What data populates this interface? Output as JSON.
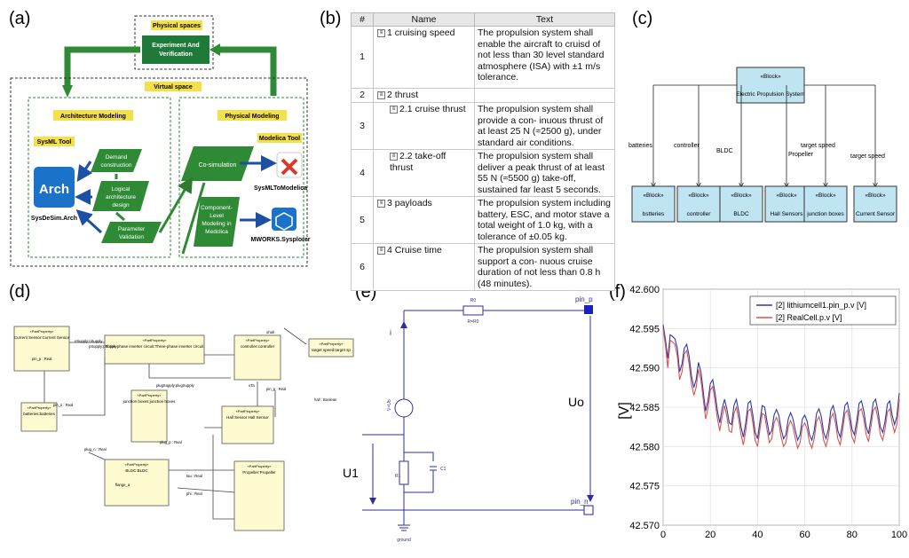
{
  "labels": {
    "a": "(a)",
    "b": "(b)",
    "c": "(c)",
    "d": "(d)",
    "e": "(e)",
    "f": "(f)"
  },
  "panel_a": {
    "physical_spaces": "Physical spaces",
    "experiment": [
      "Experiment And",
      "Verification"
    ],
    "virtual_space": "Virtual space",
    "architecture_modeling": "Architecture Modeling",
    "physical_modeling": "Physical Modeling",
    "sysml_tool": "SysML Tool",
    "modelica_tool": "Modelica Tool",
    "arch_logo": "Arch",
    "arch_name": "SysDeSim.Arch",
    "demand": [
      "Demand",
      "construction"
    ],
    "logical": [
      "Logical",
      "architecture",
      "design"
    ],
    "parameter": [
      "Parameter",
      "Validation"
    ],
    "cosim": "Co-simulation",
    "component": [
      "Component-",
      "Level",
      "Modeling in",
      "Medclica"
    ],
    "sysml_to_modelica": "SysMLToModelica",
    "mworks": "MWORKS.Sysplorer"
  },
  "panel_b": {
    "headers": [
      "#",
      "Name",
      "Text"
    ],
    "rows": [
      {
        "num": "1",
        "name": "1 cruising speed",
        "indent": 0,
        "text": "The propulsion system shall enable the aircraft to cruisd of not less than 30 level standard atmosphere (ISA) with ±1 m/s tolerance."
      },
      {
        "num": "2",
        "name": "2 thrust",
        "indent": 0,
        "text": ""
      },
      {
        "num": "3",
        "name": "2.1 cruise thrust",
        "indent": 1,
        "text": "The propulsion system shall provide a con- inuous thrust of at least 25 N (≈2500 g), under standard air conditions."
      },
      {
        "num": "4",
        "name": "2.2 take-off thrust",
        "indent": 1,
        "text": "The propulsion system shall deliver a peak thrust of at least 55 N (≈5500 g) take-off, sustained far least 5 seconds."
      },
      {
        "num": "5",
        "name": "3 payloads",
        "indent": 0,
        "text": "The propulsion system including battery, ESC, and motor stave a total weight of 1.0 kg, with a tolerance of ±0.05 kg."
      },
      {
        "num": "6",
        "name": "4 Cruise time",
        "indent": 0,
        "text": "The propulsion system shall support a con- nuous cruise duration of not less than 0.8 h (48 minutes)."
      }
    ]
  },
  "panel_c": {
    "stereotype": "«Block»",
    "top_block": "Electric Propulsion System",
    "children": [
      "bstteries",
      "controller",
      "BLDC",
      "Hall Sensors",
      "junction boxes",
      "Current Sensor"
    ],
    "roles": [
      "batteries",
      "controller",
      "BLDC",
      "Propeller",
      "target speed",
      "target speed"
    ]
  },
  "panel_d": {
    "stereotype": "«PartProperty»",
    "blocks": [
      "Current Sensor:Current Sensor",
      "Three-phase inverter circuit:Three-phase inverter circuit",
      "controller:controller",
      "target speed:target sp",
      "batteries:batteries",
      "junction boxes:junction boxes",
      "Hall Sensor:Hall Sensor",
      "BLDC:BLDC",
      "Propeller:Propeller"
    ],
    "ports": [
      "pin_p : Real",
      "pin_n : Real",
      "pin_p : Real",
      "nSupply:nSupply",
      "pSupply:pSupply",
      "plugSupply:plugSupply",
      "plug_p : Real",
      "plug_n : Real",
      "flange_a",
      "tau : Real",
      "phi : Real",
      "hall : Boolean",
      "uhall",
      "uTa"
    ]
  },
  "panel_e": {
    "ro": "R0",
    "r_eq": "R=R0",
    "pin_p": "pin_p",
    "pin_n": "pin_n",
    "i": "i",
    "uo": "Uo",
    "u1": "U1",
    "vs": "V=Ub",
    "r1": "R1",
    "c1": "C1",
    "ground": "ground"
  },
  "chart_data": {
    "type": "line",
    "title": "",
    "xlabel": "",
    "ylabel": "[V]",
    "xlim": [
      0,
      100
    ],
    "ylim": [
      42.57,
      42.6
    ],
    "xticks": [
      0,
      20,
      40,
      60,
      80,
      100
    ],
    "yticks": [
      42.57,
      42.575,
      42.58,
      42.585,
      42.59,
      42.595,
      42.6
    ],
    "ytick_labels": [
      "42.570",
      "42.575",
      "42.580",
      "42.585",
      "42.590",
      "42.595",
      "42.600"
    ],
    "legend_position": "top-right",
    "grid": true,
    "x": [
      0,
      1,
      2,
      3,
      4,
      5,
      6,
      7,
      8,
      9,
      10,
      11,
      12,
      13,
      14,
      15,
      16,
      17,
      18,
      19,
      20,
      21,
      22,
      23,
      24,
      25,
      26,
      27,
      28,
      29,
      30,
      31,
      32,
      33,
      34,
      35,
      36,
      37,
      38,
      39,
      40,
      41,
      42,
      43,
      44,
      45,
      46,
      47,
      48,
      49,
      50,
      51,
      52,
      53,
      54,
      55,
      56,
      57,
      58,
      59,
      60,
      61,
      62,
      63,
      64,
      65,
      66,
      67,
      68,
      69,
      70,
      71,
      72,
      73,
      74,
      75,
      76,
      77,
      78,
      79,
      80,
      81,
      82,
      83,
      84,
      85,
      86,
      87,
      88,
      89,
      90,
      91,
      92,
      93,
      94,
      95,
      96,
      97,
      98,
      99,
      100
    ],
    "series": [
      {
        "name": "[2] lithiumcell1.pin_p.v [V]",
        "color": "#2c3aa8",
        "values": [
          42.5955,
          42.5935,
          42.5912,
          42.5942,
          42.594,
          42.5937,
          42.5925,
          42.5895,
          42.5905,
          42.5925,
          42.593,
          42.5915,
          42.589,
          42.5875,
          42.5885,
          42.5907,
          42.5895,
          42.587,
          42.5845,
          42.5858,
          42.588,
          42.5885,
          42.5868,
          42.5845,
          42.583,
          42.5848,
          42.586,
          42.5848,
          42.583,
          42.5828,
          42.5852,
          42.586,
          42.5845,
          42.5825,
          42.5812,
          42.583,
          42.5855,
          42.5858,
          42.584,
          42.5818,
          42.581,
          42.5832,
          42.5852,
          42.585,
          42.5832,
          42.5815,
          42.582,
          42.584,
          42.5847,
          42.584,
          42.5822,
          42.581,
          42.5815,
          42.5835,
          42.5843,
          42.5835,
          42.582,
          42.5808,
          42.5815,
          42.5835,
          42.584,
          42.5832,
          42.5815,
          42.5808,
          42.582,
          42.5842,
          42.5848,
          42.5838,
          42.5818,
          42.581,
          42.5822,
          42.5846,
          42.5852,
          42.584,
          42.582,
          42.5812,
          42.583,
          42.5852,
          42.5856,
          42.5842,
          42.5822,
          42.5815,
          42.5832,
          42.5855,
          42.5858,
          42.5845,
          42.5825,
          42.5816,
          42.5835,
          42.5856,
          42.586,
          42.5845,
          42.5825,
          42.5818,
          42.5832,
          42.5854,
          42.5858,
          42.584,
          42.5828,
          42.5838,
          42.5868
        ]
      },
      {
        "name": "[2] RealCell.p.v [V]",
        "color": "#d9534f",
        "values": [
          42.595,
          42.5928,
          42.59,
          42.5935,
          42.5933,
          42.593,
          42.5915,
          42.5885,
          42.5895,
          42.5918,
          42.5922,
          42.5905,
          42.588,
          42.5865,
          42.5875,
          42.5898,
          42.5885,
          42.586,
          42.5835,
          42.5848,
          42.5872,
          42.5876,
          42.5858,
          42.5835,
          42.582,
          42.5838,
          42.5852,
          42.5838,
          42.582,
          42.5818,
          42.5842,
          42.585,
          42.5835,
          42.5815,
          42.5802,
          42.582,
          42.5845,
          42.5848,
          42.583,
          42.5808,
          42.58,
          42.5822,
          42.5842,
          42.584,
          42.5822,
          42.5805,
          42.581,
          42.583,
          42.5837,
          42.583,
          42.5812,
          42.58,
          42.5805,
          42.5825,
          42.5833,
          42.5825,
          42.581,
          42.5798,
          42.5805,
          42.5825,
          42.583,
          42.5822,
          42.5805,
          42.5798,
          42.581,
          42.5832,
          42.5838,
          42.5828,
          42.5808,
          42.58,
          42.5812,
          42.5836,
          42.5842,
          42.583,
          42.581,
          42.5802,
          42.582,
          42.5842,
          42.5846,
          42.5832,
          42.5812,
          42.5805,
          42.5822,
          42.5845,
          42.5848,
          42.5835,
          42.5815,
          42.5806,
          42.5825,
          42.5846,
          42.585,
          42.5835,
          42.5815,
          42.5808,
          42.5822,
          42.5844,
          42.5848,
          42.583,
          42.5818,
          42.5828,
          42.586
        ]
      }
    ]
  }
}
